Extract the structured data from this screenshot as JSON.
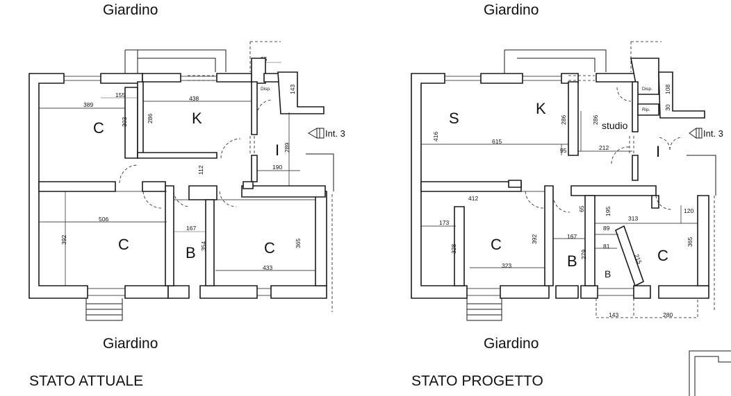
{
  "garden_label": "Giardino",
  "entrance_label": "Int. 3",
  "plan_current": {
    "caption": "STATO ATTUALE",
    "rooms": {
      "kitchen": "K",
      "bedroom_nw": "C",
      "bedroom_sw": "C",
      "bedroom_se": "C",
      "bath": "B",
      "hall": "I",
      "storage": "Disp."
    },
    "dimensions": {
      "d95": "95",
      "d143": "143",
      "d155": "155",
      "d438": "438",
      "d389": "389",
      "d303": "303",
      "d286": "286",
      "d289": "289",
      "d190": "190",
      "d112": "112",
      "d506": "506",
      "d392": "392",
      "d167": "167",
      "d354": "354",
      "d433": "433",
      "d365": "365"
    }
  },
  "plan_project": {
    "caption": "STATO PROGETTO",
    "rooms": {
      "living": "S",
      "kitchen": "K",
      "study": "studio",
      "hall": "I",
      "bedroom_w": "C",
      "bedroom_e": "C",
      "bath_1": "B",
      "bath_2": "B",
      "storage": "Disp.",
      "closet": "Rip."
    },
    "dimensions": {
      "d108": "108",
      "d30": "30",
      "d416": "416",
      "d615": "615",
      "d286a": "286",
      "d286b": "286",
      "d95": "95",
      "d212": "212",
      "d412": "412",
      "d65": "65",
      "d195": "195",
      "d120": "120",
      "d313": "313",
      "d173": "173",
      "d328": "328",
      "d392": "392",
      "d167": "167",
      "d89": "89",
      "d81": "81",
      "d279": "279",
      "d215": "215",
      "d323": "323",
      "d365": "365",
      "d143": "143",
      "d280": "280"
    }
  }
}
